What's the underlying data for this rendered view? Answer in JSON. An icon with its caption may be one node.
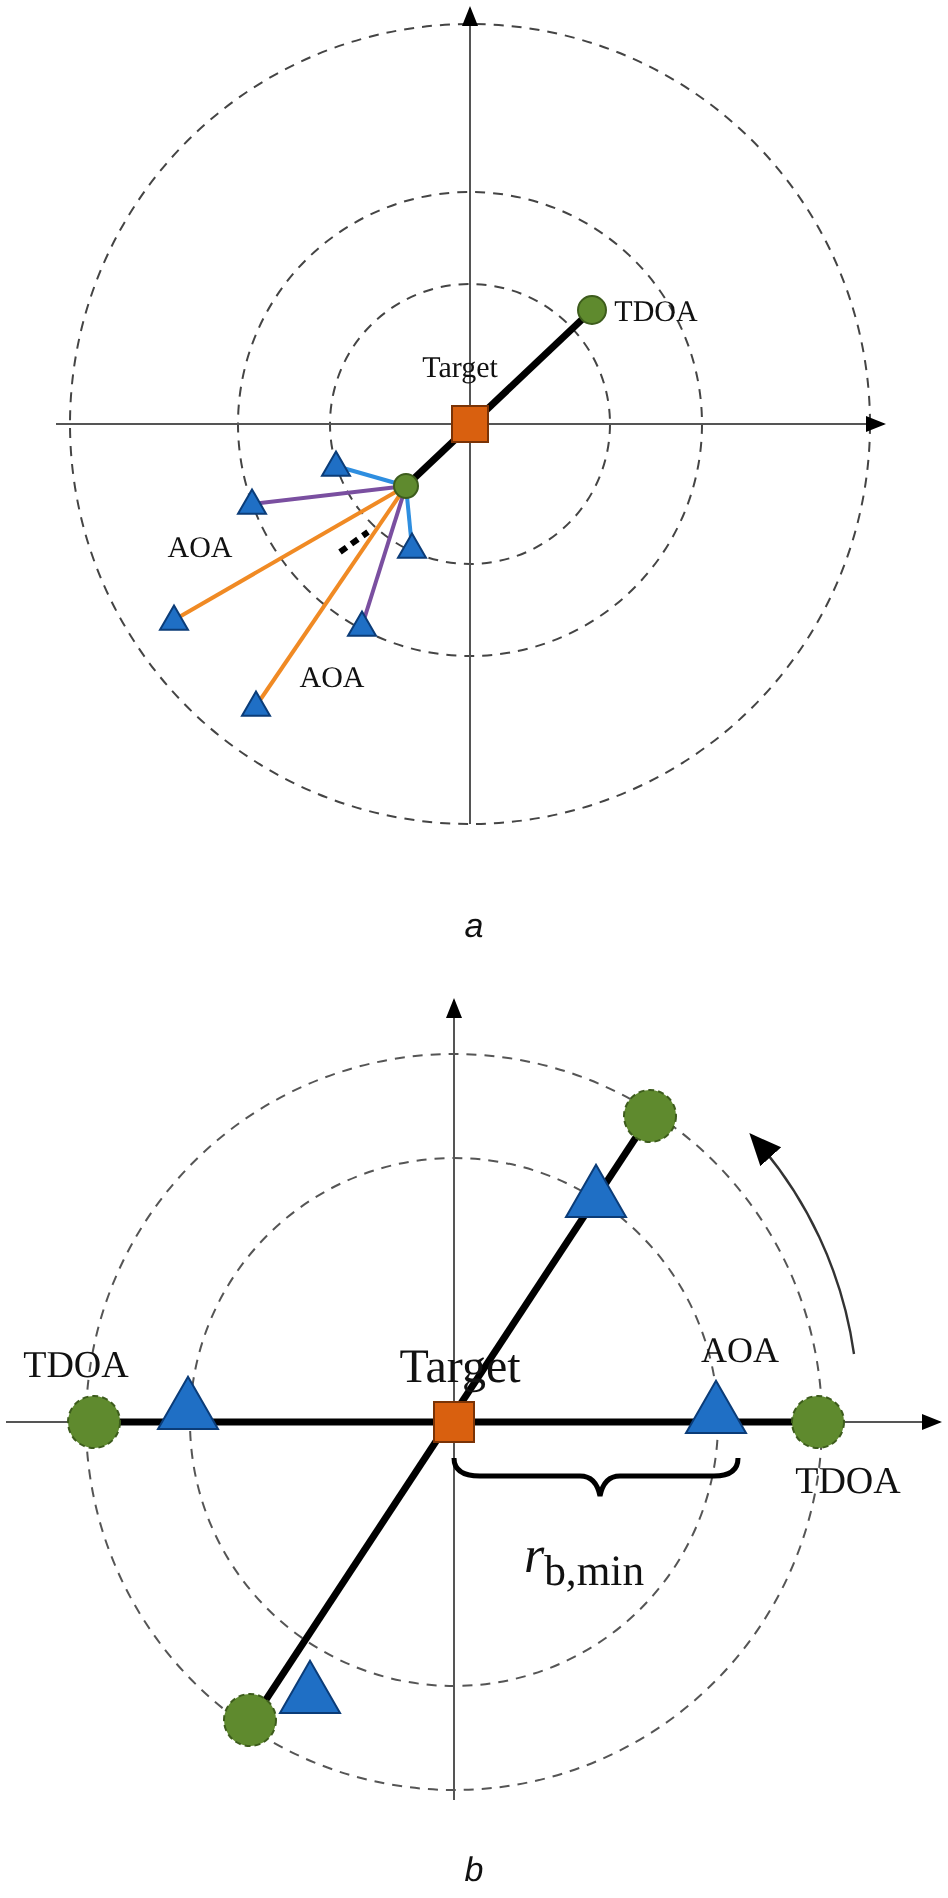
{
  "diagram": {
    "labels": [
      "TDOA",
      "Target",
      "AOA",
      "AOA",
      "a",
      "TDOA",
      "Target",
      "AOA",
      "TDOA",
      "*r*$_{b,min}$",
      "b"
    ]
  }
}
